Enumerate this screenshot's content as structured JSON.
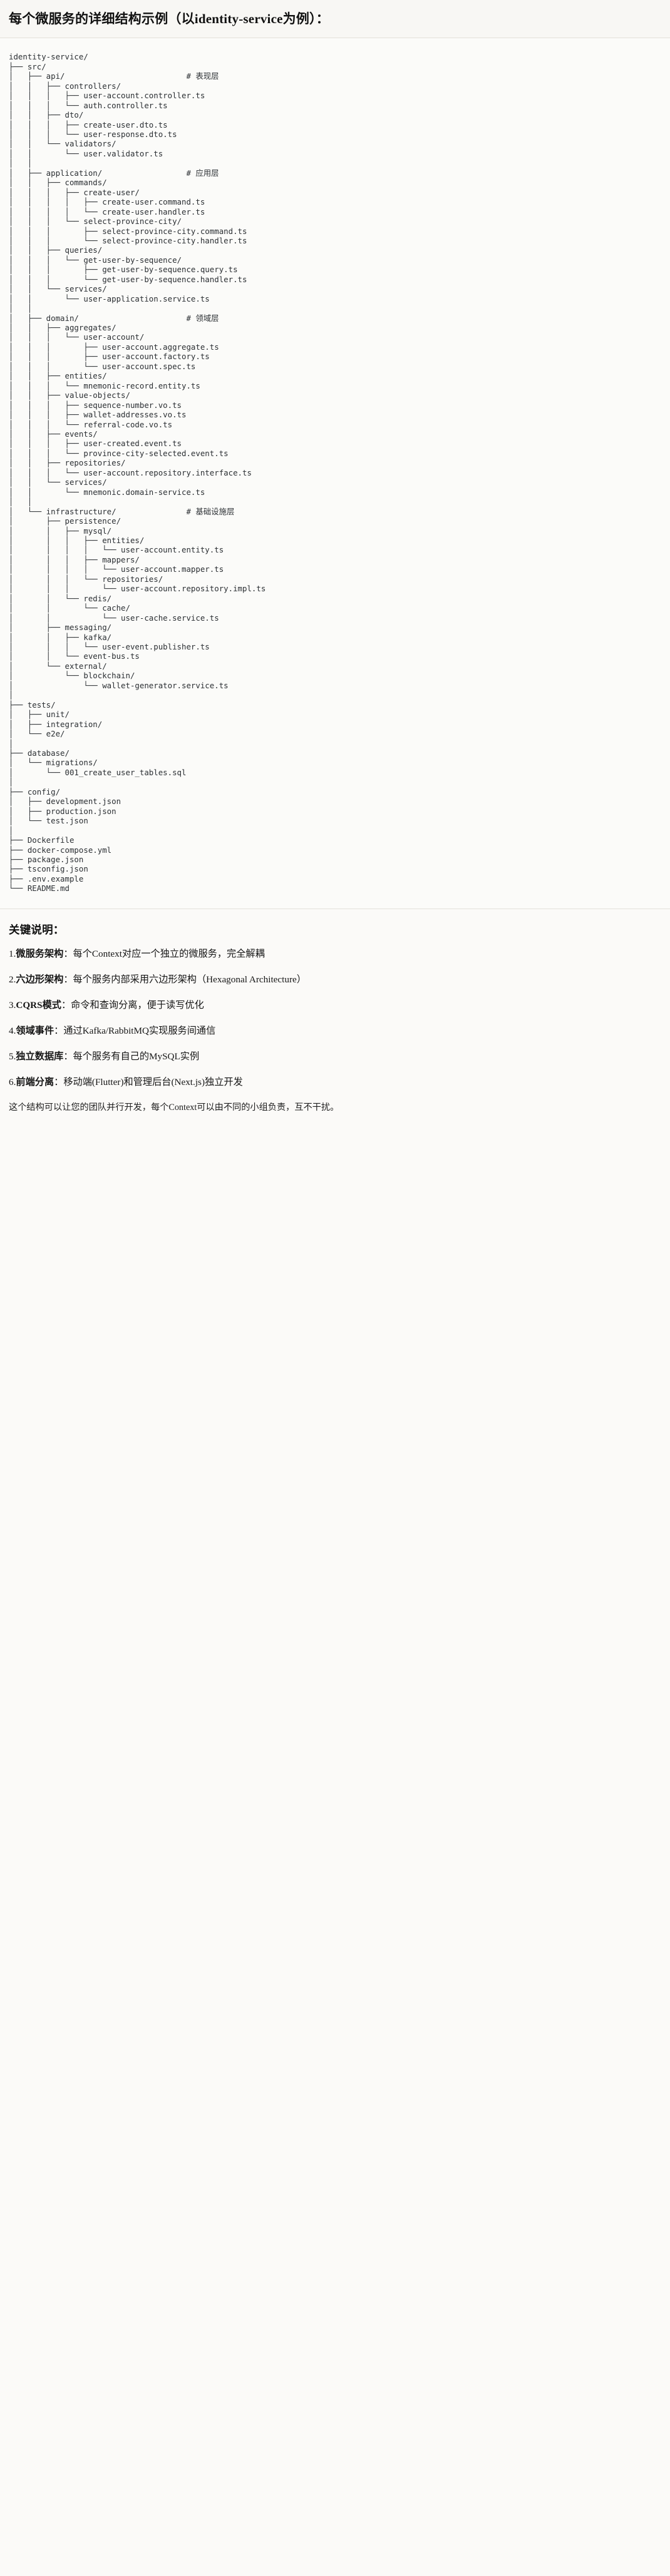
{
  "title": "每个微服务的详细结构示例（以identity-service为例）：",
  "tree": {
    "root": "identity-service/",
    "text": "identity-service/\n├── src/\n│   ├── api/                          # 表现层\n│   │   ├── controllers/\n│   │   │   ├── user-account.controller.ts\n│   │   │   └── auth.controller.ts\n│   │   ├── dto/\n│   │   │   ├── create-user.dto.ts\n│   │   │   └── user-response.dto.ts\n│   │   └── validators/\n│   │       └── user.validator.ts\n│   │\n│   ├── application/                  # 应用层\n│   │   ├── commands/\n│   │   │   ├── create-user/\n│   │   │   │   ├── create-user.command.ts\n│   │   │   │   └── create-user.handler.ts\n│   │   │   └── select-province-city/\n│   │   │       ├── select-province-city.command.ts\n│   │   │       └── select-province-city.handler.ts\n│   │   ├── queries/\n│   │   │   └── get-user-by-sequence/\n│   │   │       ├── get-user-by-sequence.query.ts\n│   │   │       └── get-user-by-sequence.handler.ts\n│   │   └── services/\n│   │       └── user-application.service.ts\n│   │\n│   ├── domain/                       # 领域层\n│   │   ├── aggregates/\n│   │   │   └── user-account/\n│   │   │       ├── user-account.aggregate.ts\n│   │   │       ├── user-account.factory.ts\n│   │   │       └── user-account.spec.ts\n│   │   ├── entities/\n│   │   │   └── mnemonic-record.entity.ts\n│   │   ├── value-objects/\n│   │   │   ├── sequence-number.vo.ts\n│   │   │   ├── wallet-addresses.vo.ts\n│   │   │   └── referral-code.vo.ts\n│   │   ├── events/\n│   │   │   ├── user-created.event.ts\n│   │   │   └── province-city-selected.event.ts\n│   │   ├── repositories/\n│   │   │   └── user-account.repository.interface.ts\n│   │   └── services/\n│   │       └── mnemonic.domain-service.ts\n│   │\n│   └── infrastructure/               # 基础设施层\n│       ├── persistence/\n│       │   ├── mysql/\n│       │   │   ├── entities/\n│       │   │   │   └── user-account.entity.ts\n│       │   │   ├── mappers/\n│       │   │   │   └── user-account.mapper.ts\n│       │   │   └── repositories/\n│       │   │       └── user-account.repository.impl.ts\n│       │   └── redis/\n│       │       └── cache/\n│       │           └── user-cache.service.ts\n│       ├── messaging/\n│       │   ├── kafka/\n│       │   │   └── user-event.publisher.ts\n│       │   └── event-bus.ts\n│       └── external/\n│           └── blockchain/\n│               └── wallet-generator.service.ts\n│\n├── tests/\n│   ├── unit/\n│   ├── integration/\n│   └── e2e/\n│\n├── database/\n│   └── migrations/\n│       └── 001_create_user_tables.sql\n│\n├── config/\n│   ├── development.json\n│   ├── production.json\n│   └── test.json\n│\n├── Dockerfile\n├── docker-compose.yml\n├── package.json\n├── tsconfig.json\n├── .env.example\n└── README.md",
    "layer_comments": [
      {
        "path": "api/",
        "comment": "# 表现层"
      },
      {
        "path": "application/",
        "comment": "# 应用层"
      },
      {
        "path": "domain/",
        "comment": "# 领域层"
      },
      {
        "path": "infrastructure/",
        "comment": "# 基础设施层"
      }
    ]
  },
  "notes": {
    "heading": "关键说明：",
    "items": [
      {
        "num": "1.",
        "lead": "微服务架构",
        "body": "：每个Context对应一个独立的微服务，完全解耦"
      },
      {
        "num": "2.",
        "lead": "六边形架构",
        "body": "：每个服务内部采用六边形架构（Hexagonal Architecture）"
      },
      {
        "num": "3.",
        "lead": "CQRS模式",
        "body": "：命令和查询分离，便于读写优化"
      },
      {
        "num": "4.",
        "lead": "领域事件",
        "body": "：通过Kafka/RabbitMQ实现服务间通信"
      },
      {
        "num": "5.",
        "lead": "独立数据库",
        "body": "：每个服务有自己的MySQL实例"
      },
      {
        "num": "6.",
        "lead": "前端分离",
        "body": "：移动端(Flutter)和管理后台(Next.js)独立开发"
      }
    ],
    "closing": "这个结构可以让您的团队并行开发，每个Context可以由不同的小组负责，互不干扰。"
  },
  "colors": {
    "page_bg": "#fbfaf8",
    "title_bg": "#f8f7f4",
    "tree_bg": "#fbfbf9",
    "rule": "#e3e0da",
    "tree_text": "#2b2f33",
    "body_text": "#161616"
  }
}
